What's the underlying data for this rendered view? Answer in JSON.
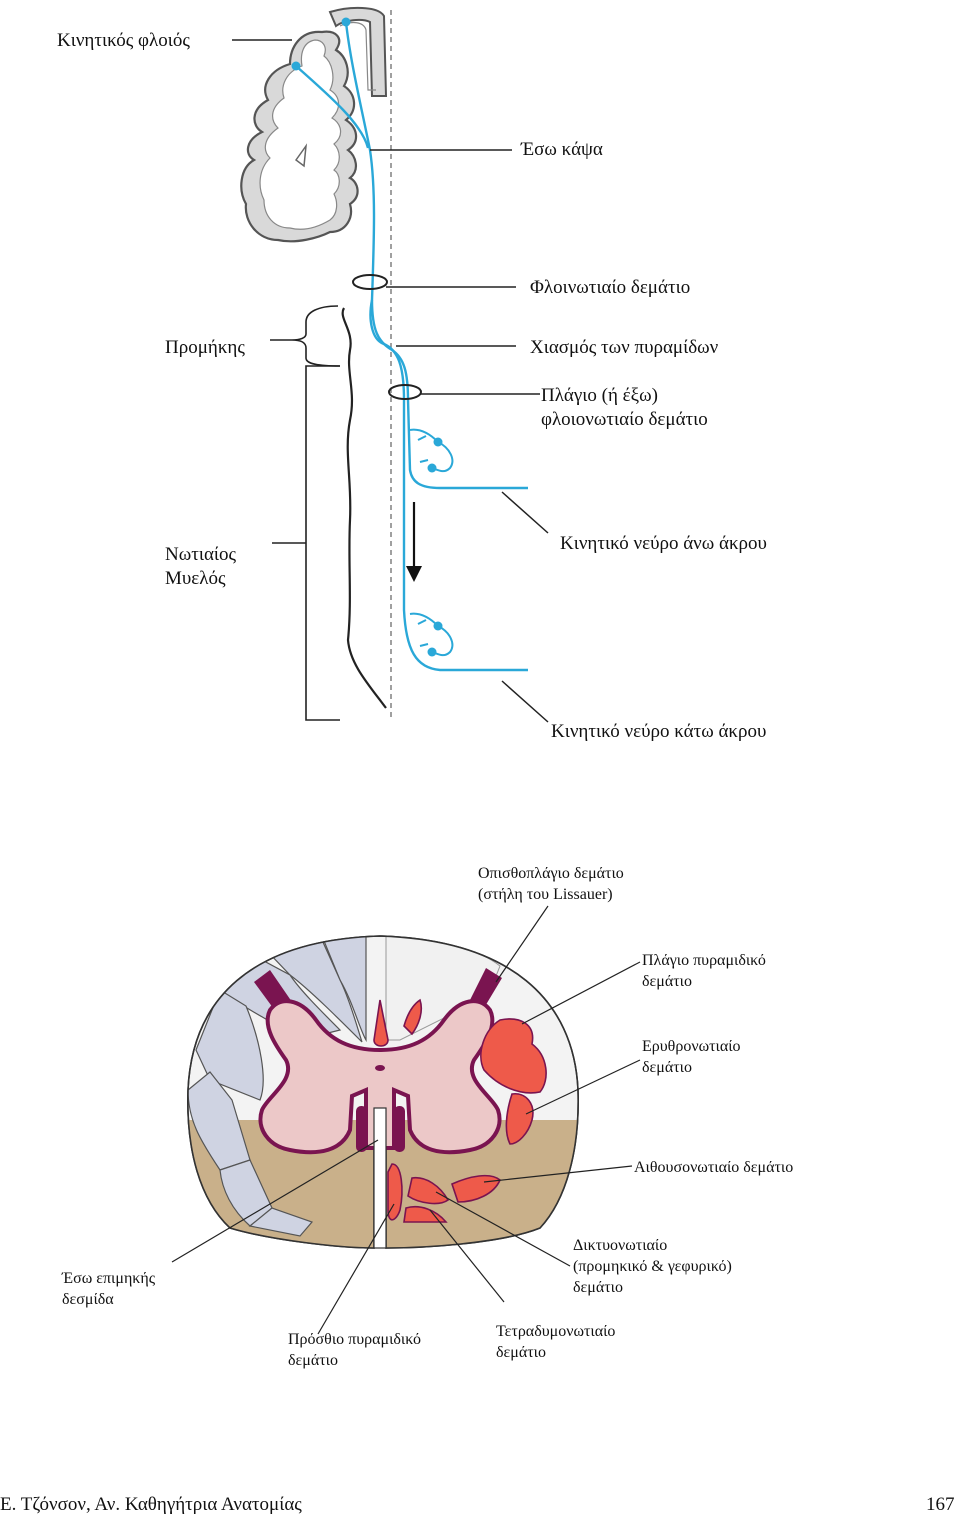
{
  "diagram1": {
    "labels": {
      "motor_cortex": "Κινητικός φλοιός",
      "internal_capsule": "Έσω κάψα",
      "corticospinal_tract": "Φλοινωτιαίο δεμάτιο",
      "medulla": "Προμήκης",
      "pyramidal_decussation": "Χιασμός των πυραμίδων",
      "lateral_tract": "Πλάγιο (ή έξω)\nφλοιονωτιαίο δεμάτιο",
      "spinal_cord": "Νωτιαίος\nΜυελός",
      "upper_limb_nerve": "Κινητικό νεύρο άνω άκρου",
      "lower_limb_nerve": "Κινητικό νεύρο κάτω άκρου"
    },
    "colors": {
      "pathway": "#2aa8d8",
      "cortex_fill": "#d9d9d9",
      "outline": "#555555"
    }
  },
  "diagram2": {
    "labels": {
      "dorsolateral": "Οπισθοπλάγιο δεμάτιο\n(στήλη του Lissauer)",
      "lateral_pyramidal": "Πλάγιο πυραμιδικό\nδεμάτιο",
      "rubrospinal": "Ερυθρονωτιαίο\nδεμάτιο",
      "olivospinal": "Αιθουσονωτιαίο δεμάτιο",
      "reticulospinal": "Δικτυονωτιαίο\n(προμηκικό & γεφυρικό)\nδεμάτιο",
      "tectospinal": "Τετραδυμονωτιαίο\nδεμάτιο",
      "anterior_pyramidal": "Πρόσθιο πυραμιδικό\nδεμάτιο",
      "medial_longitudinal": "Έσω επιμηκής\nδεσμίδα"
    },
    "colors": {
      "tract_red": "#ee5a4a",
      "gray_matter": "#ecc8c8",
      "gray_outline": "#7a1450",
      "white_matter": "#f3f3f3",
      "ventral_tan": "#c9b08a",
      "dorsal_blue": "#cfd3e2"
    }
  },
  "footer": {
    "author": "Ε. Τζόνσον, Αν. Καθηγήτρια Ανατομίας",
    "page_number": "167"
  }
}
